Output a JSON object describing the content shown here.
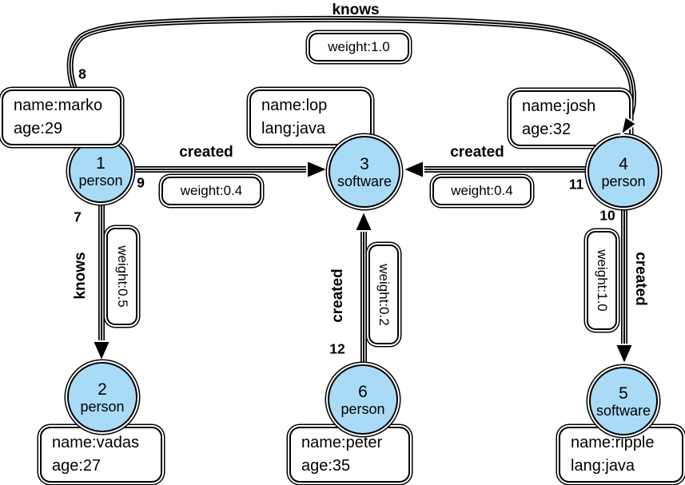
{
  "nodes": {
    "n1": {
      "id": "1",
      "label": "person"
    },
    "n2": {
      "id": "2",
      "label": "person"
    },
    "n3": {
      "id": "3",
      "label": "software"
    },
    "n4": {
      "id": "4",
      "label": "person"
    },
    "n5": {
      "id": "5",
      "label": "software"
    },
    "n6": {
      "id": "6",
      "label": "person"
    }
  },
  "properties": {
    "marko": {
      "line1": "name:marko",
      "line2": "age:29"
    },
    "lop": {
      "line1": "name:lop",
      "line2": "lang:java"
    },
    "josh": {
      "line1": "name:josh",
      "line2": "age:32"
    },
    "vadas": {
      "line1": "name:vadas",
      "line2": "age:27"
    },
    "peter": {
      "line1": "name:peter",
      "line2": "age:35"
    },
    "ripple": {
      "line1": "name:ripple",
      "line2": "lang:java"
    }
  },
  "edges": {
    "e8": {
      "id": "8",
      "label": "knows",
      "weight": "weight:1.0",
      "from": "1",
      "to": "4"
    },
    "e9": {
      "id": "9",
      "label": "created",
      "weight": "weight:0.4",
      "from": "1",
      "to": "3"
    },
    "e7": {
      "id": "7",
      "label": "knows",
      "weight": "weight:0.5",
      "from": "1",
      "to": "2"
    },
    "e11": {
      "id": "11",
      "label": "created",
      "weight": "weight:0.4",
      "from": "4",
      "to": "3"
    },
    "e10": {
      "id": "10",
      "label": "created",
      "weight": "weight:1.0",
      "from": "4",
      "to": "5"
    },
    "e12": {
      "id": "12",
      "label": "created",
      "weight": "weight:0.2",
      "from": "6",
      "to": "3"
    }
  },
  "colors": {
    "node_fill": "#A9DBF7",
    "edge_stroke": "#000000",
    "box_fill": "#FFFFFF",
    "background": "#FFFFFF"
  }
}
